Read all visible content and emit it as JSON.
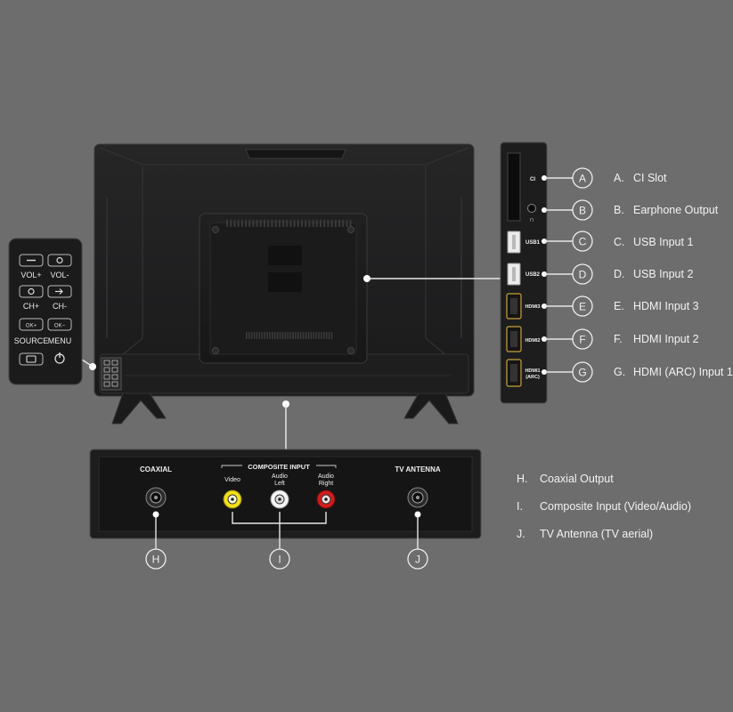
{
  "remote_panel": {
    "vol_plus": "VOL+",
    "vol_minus": "VOL-",
    "ch_plus": "CH+",
    "ch_minus": "CH-",
    "source": "SOURCE",
    "menu": "MENU"
  },
  "side_panel": {
    "ports": [
      {
        "tag": "CI",
        "marker": "A"
      },
      {
        "tag": "",
        "marker": "B"
      },
      {
        "tag": "USB1",
        "marker": "C"
      },
      {
        "tag": "USB2",
        "marker": "D"
      },
      {
        "tag": "HDMI3",
        "marker": "E"
      },
      {
        "tag": "HDMI2",
        "marker": "F"
      },
      {
        "tag": "HDMI1",
        "tag2": "(ARC)",
        "marker": "G"
      }
    ]
  },
  "legend_right": [
    {
      "key": "A.",
      "text": "CI Slot"
    },
    {
      "key": "B.",
      "text": "Earphone Output"
    },
    {
      "key": "C.",
      "text": "USB Input 1"
    },
    {
      "key": "D.",
      "text": "USB Input 2"
    },
    {
      "key": "E.",
      "text": "HDMI Input 3"
    },
    {
      "key": "F.",
      "text": "HDMI Input 2"
    },
    {
      "key": "G.",
      "text": "HDMI (ARC) Input 1"
    }
  ],
  "bottom_panel": {
    "coaxial": "COAXIAL",
    "composite_input": "COMPOSITE INPUT",
    "video": "Video",
    "audio_left_1": "Audio",
    "audio_left_2": "Left",
    "audio_right_1": "Audio",
    "audio_right_2": "Right",
    "tv_antenna": "TV ANTENNA",
    "markers": [
      "H",
      "I",
      "J"
    ]
  },
  "legend_bottom": [
    {
      "key": "H.",
      "text": "Coaxial Output"
    },
    {
      "key": "I.",
      "text": "Composite Input (Video/Audio)"
    },
    {
      "key": "J.",
      "text": "TV Antenna (TV aerial)"
    }
  ],
  "colors": {
    "background": "#6d6d6e",
    "tv_body": "#1c1c1d",
    "video_jack": "#f2e01a",
    "audio_left_jack": "#f4f4f4",
    "audio_right_jack": "#d11c1c",
    "hdmi_gold": "#c8a23a"
  }
}
